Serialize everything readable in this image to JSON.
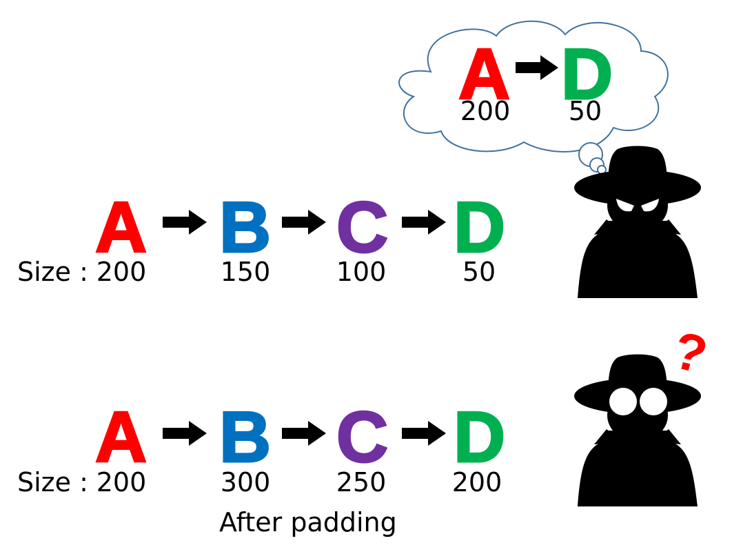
{
  "colors": {
    "A": "#ff0000",
    "B": "#0070c0",
    "C": "#7030a0",
    "D": "#00b050",
    "question": "#ff0000",
    "cloud_stroke": "#41719c"
  },
  "thought": {
    "letters": [
      "A",
      "D"
    ],
    "sizes": [
      "200",
      "50"
    ]
  },
  "row1": {
    "label": "Size :",
    "letters": [
      "A",
      "B",
      "C",
      "D"
    ],
    "sizes": [
      "200",
      "150",
      "100",
      "50"
    ]
  },
  "row2": {
    "label": "Size :",
    "letters": [
      "A",
      "B",
      "C",
      "D"
    ],
    "sizes": [
      "200",
      "300",
      "250",
      "200"
    ],
    "caption": "After padding"
  },
  "observer": {
    "question_mark": "?",
    "icon_top": "spy-angry-icon",
    "icon_bottom": "spy-confused-icon"
  }
}
